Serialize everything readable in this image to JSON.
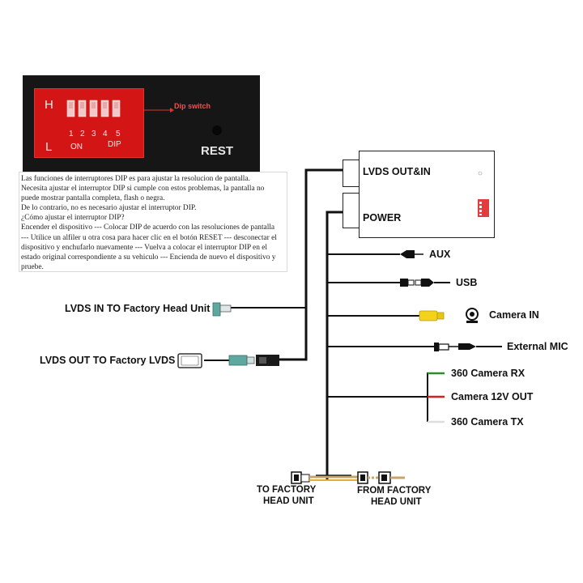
{
  "dip_panel": {
    "row_high": "H",
    "row_low": "L",
    "switch_numbers": [
      "1",
      "2",
      "3",
      "4",
      "5"
    ],
    "on_label": "ON",
    "dip_label": "DIP",
    "callout": "Dip switch",
    "reset_label": "REST"
  },
  "notes": {
    "lines": [
      "Las funciones de interruptores DIP es para ajustar la resolucion de pantalla.",
      "Necesita ajustar el interruptor DIP si cumple con estos problemas, la pantalla no",
      "puede mostrar pantalla completa, flash o negra.",
      "De lo contrario, no es necesario ajustar el interruptor DIP.",
      "¿Cómo ajustar el interruptor DIP?",
      "Encender el dispositivo --- Colocar DIP de acuerdo con las resoluciones de pantalla",
      "--- Utilice un alfiler u otra cosa para hacer clic en el botón RESET --- desconectar el",
      "dispositivo y enchufarlo nuevamente --- Vuelva a colocar el interruptor DIP en el",
      "estado original correspondiente a su vehiculo --- Encienda de nuevo el dispositivo y",
      "pruebe."
    ]
  },
  "module": {
    "port_lvds": "LVDS  OUT&IN",
    "port_power": "POWER"
  },
  "connections": {
    "lvds_in": "LVDS  IN TO Factory Head Unit",
    "lvds_out": "LVDS OUT TO Factory LVDS",
    "aux": "AUX",
    "usb": "USB",
    "camera_in": "Camera IN",
    "external_mic": "External MIC",
    "cam360_rx": "360 Camera RX",
    "camera_12v": "Camera 12V OUT",
    "cam360_tx": "360 Camera TX",
    "to_factory_1": "TO FACTORY",
    "to_factory_2": "HEAD UNIT",
    "from_factory_1": "FROM FACTORY",
    "from_factory_2": "HEAD UNIT"
  },
  "colors": {
    "wire": "#111111",
    "dip_red": "#d41515",
    "rca_yellow": "#f2d21b",
    "lvds_teal": "#5fa8a0",
    "rx_green": "#2e8b2e",
    "v12_red": "#d42020",
    "tx_white": "#e5e5e5",
    "harness_tan": "#c8a46a"
  }
}
